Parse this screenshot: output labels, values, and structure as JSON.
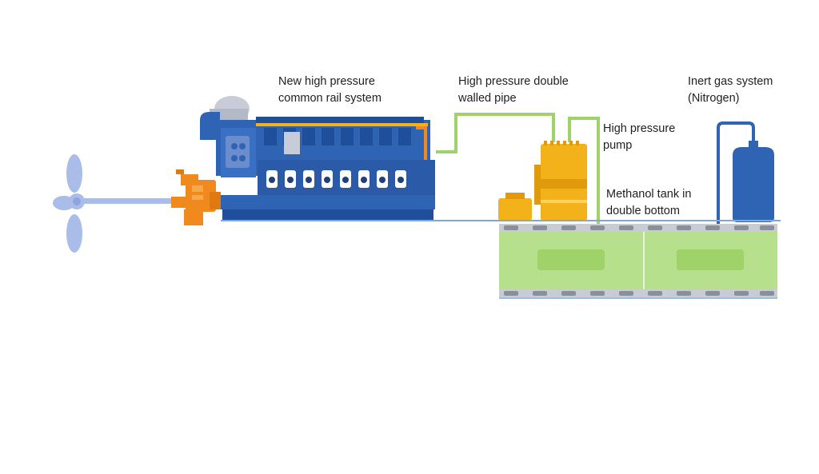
{
  "diagram": {
    "labels": {
      "common_rail": [
        "New high pressure",
        "common rail system"
      ],
      "double_pipe": [
        "High pressure double",
        "walled pipe"
      ],
      "hp_pump": [
        "High pressure",
        "pump"
      ],
      "methanol_tank": [
        "Methanol tank in",
        "double bottom"
      ],
      "inert_gas": [
        "Inert gas system",
        "(Nitrogen)"
      ]
    },
    "colors": {
      "engine_blue": "#2f63b4",
      "engine_dark": "#1f4f9a",
      "gearbox_orange": "#f08a1e",
      "propeller": "#a9bde8",
      "pump_yellow": "#f3b21a",
      "pipe_green": "#9fd36a",
      "tank_green": "#b7e08d",
      "nitrogen_blue": "#2f63b4",
      "deck_grey": "#c9cdd3"
    },
    "icons": [
      "propeller-icon",
      "gearbox-icon",
      "engine-icon",
      "pump-icon",
      "nitrogen-bottle-icon",
      "methanol-tank-icon"
    ]
  }
}
